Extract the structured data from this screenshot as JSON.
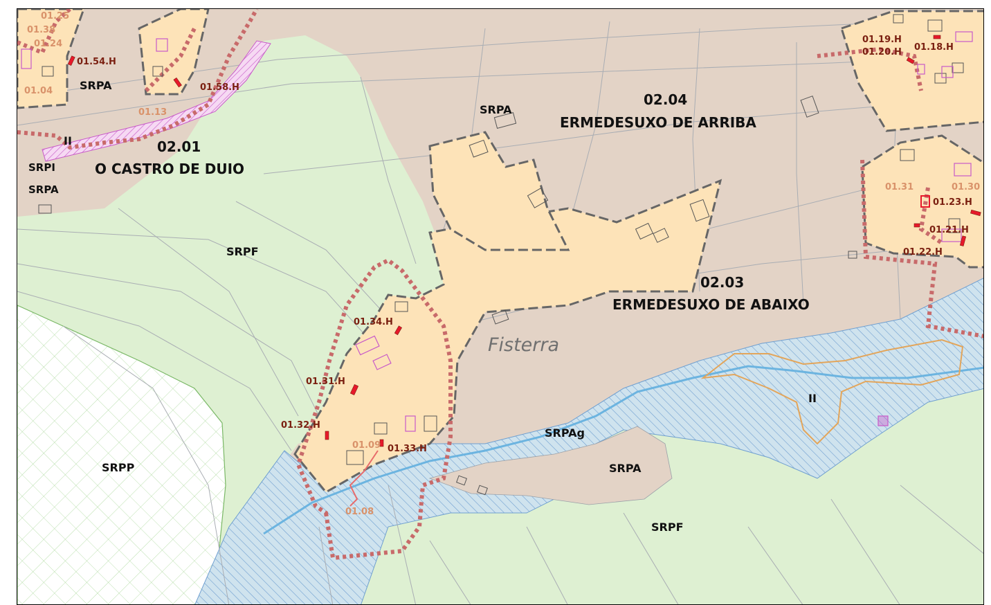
{
  "map": {
    "colors": {
      "srpa": "#e3d3c6",
      "srpf": "#def0d2",
      "srpp": "#ffffff",
      "srpag": "#cfe3ee",
      "nucleus": "#fde3b8",
      "cadastre_line": "#9aa0a8",
      "boundary_dash": "#666666",
      "boundary_dot": "#c86a6a",
      "river": "#6cb4e0",
      "heritage_fill": "#e7192b",
      "outline_orange": "#e3a55a",
      "road_hatch": "#c85ac8"
    },
    "zones": {
      "srpa_top_mid": "SRPA",
      "srpa_top_left": "SRPA",
      "srpa_left": "SRPA",
      "srpa_bottom": "SRPA",
      "srpi": "SRPI",
      "srpf_mid": "SRPF",
      "srpf_bottom": "SRPF",
      "srpp": "SRPP",
      "srpag": "SRPAg",
      "ii_top": "II",
      "ii_river": "II"
    },
    "nuclei": {
      "castro_code": "02.01",
      "castro_name": "O CASTRO DE DUIO",
      "arriba_code": "02.04",
      "arriba_name": "ERMEDESUXO DE ARRIBA",
      "abaixo_code": "02.03",
      "abaixo_name": "ERMEDESUXO DE ABAIXO"
    },
    "place_name": "Fisterra",
    "heritage_labels": {
      "h_0154": "01.54.H",
      "h_0158": "01.58.H",
      "h_0119": "01.19.H",
      "h_0120": "01.20.H",
      "h_0118": "01.18.H",
      "h_0123": "01.23.H",
      "h_0121": "01.21.H",
      "h_0122": "01.22.H",
      "h_0134": "01.34.H",
      "h_0131": "01.31.H",
      "h_0132": "01.32.H",
      "h_0133": "01.33.H"
    },
    "element_labels": {
      "e_0125": "01.25",
      "e_0138": "01.38",
      "e_0124": "01.24",
      "e_0104": "01.04",
      "e_0113": "01.13",
      "e_0131": "01.31",
      "e_0130": "01.30",
      "e_0109": "01.09",
      "e_0108": "01.08"
    }
  }
}
